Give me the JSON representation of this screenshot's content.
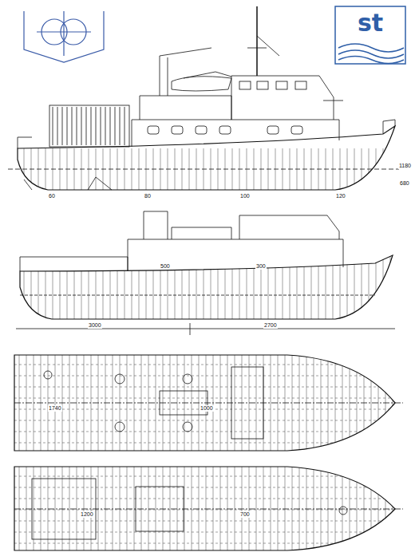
{
  "diagram": {
    "nodes": [
      {
        "text": [
          "st"
        ]
      }
    ],
    "labels": [
      "60",
      "80",
      "100",
      "120",
      "1180",
      "680",
      "3000",
      "2700",
      "500",
      "300",
      "1740",
      "1000",
      "1200",
      "700"
    ]
  }
}
